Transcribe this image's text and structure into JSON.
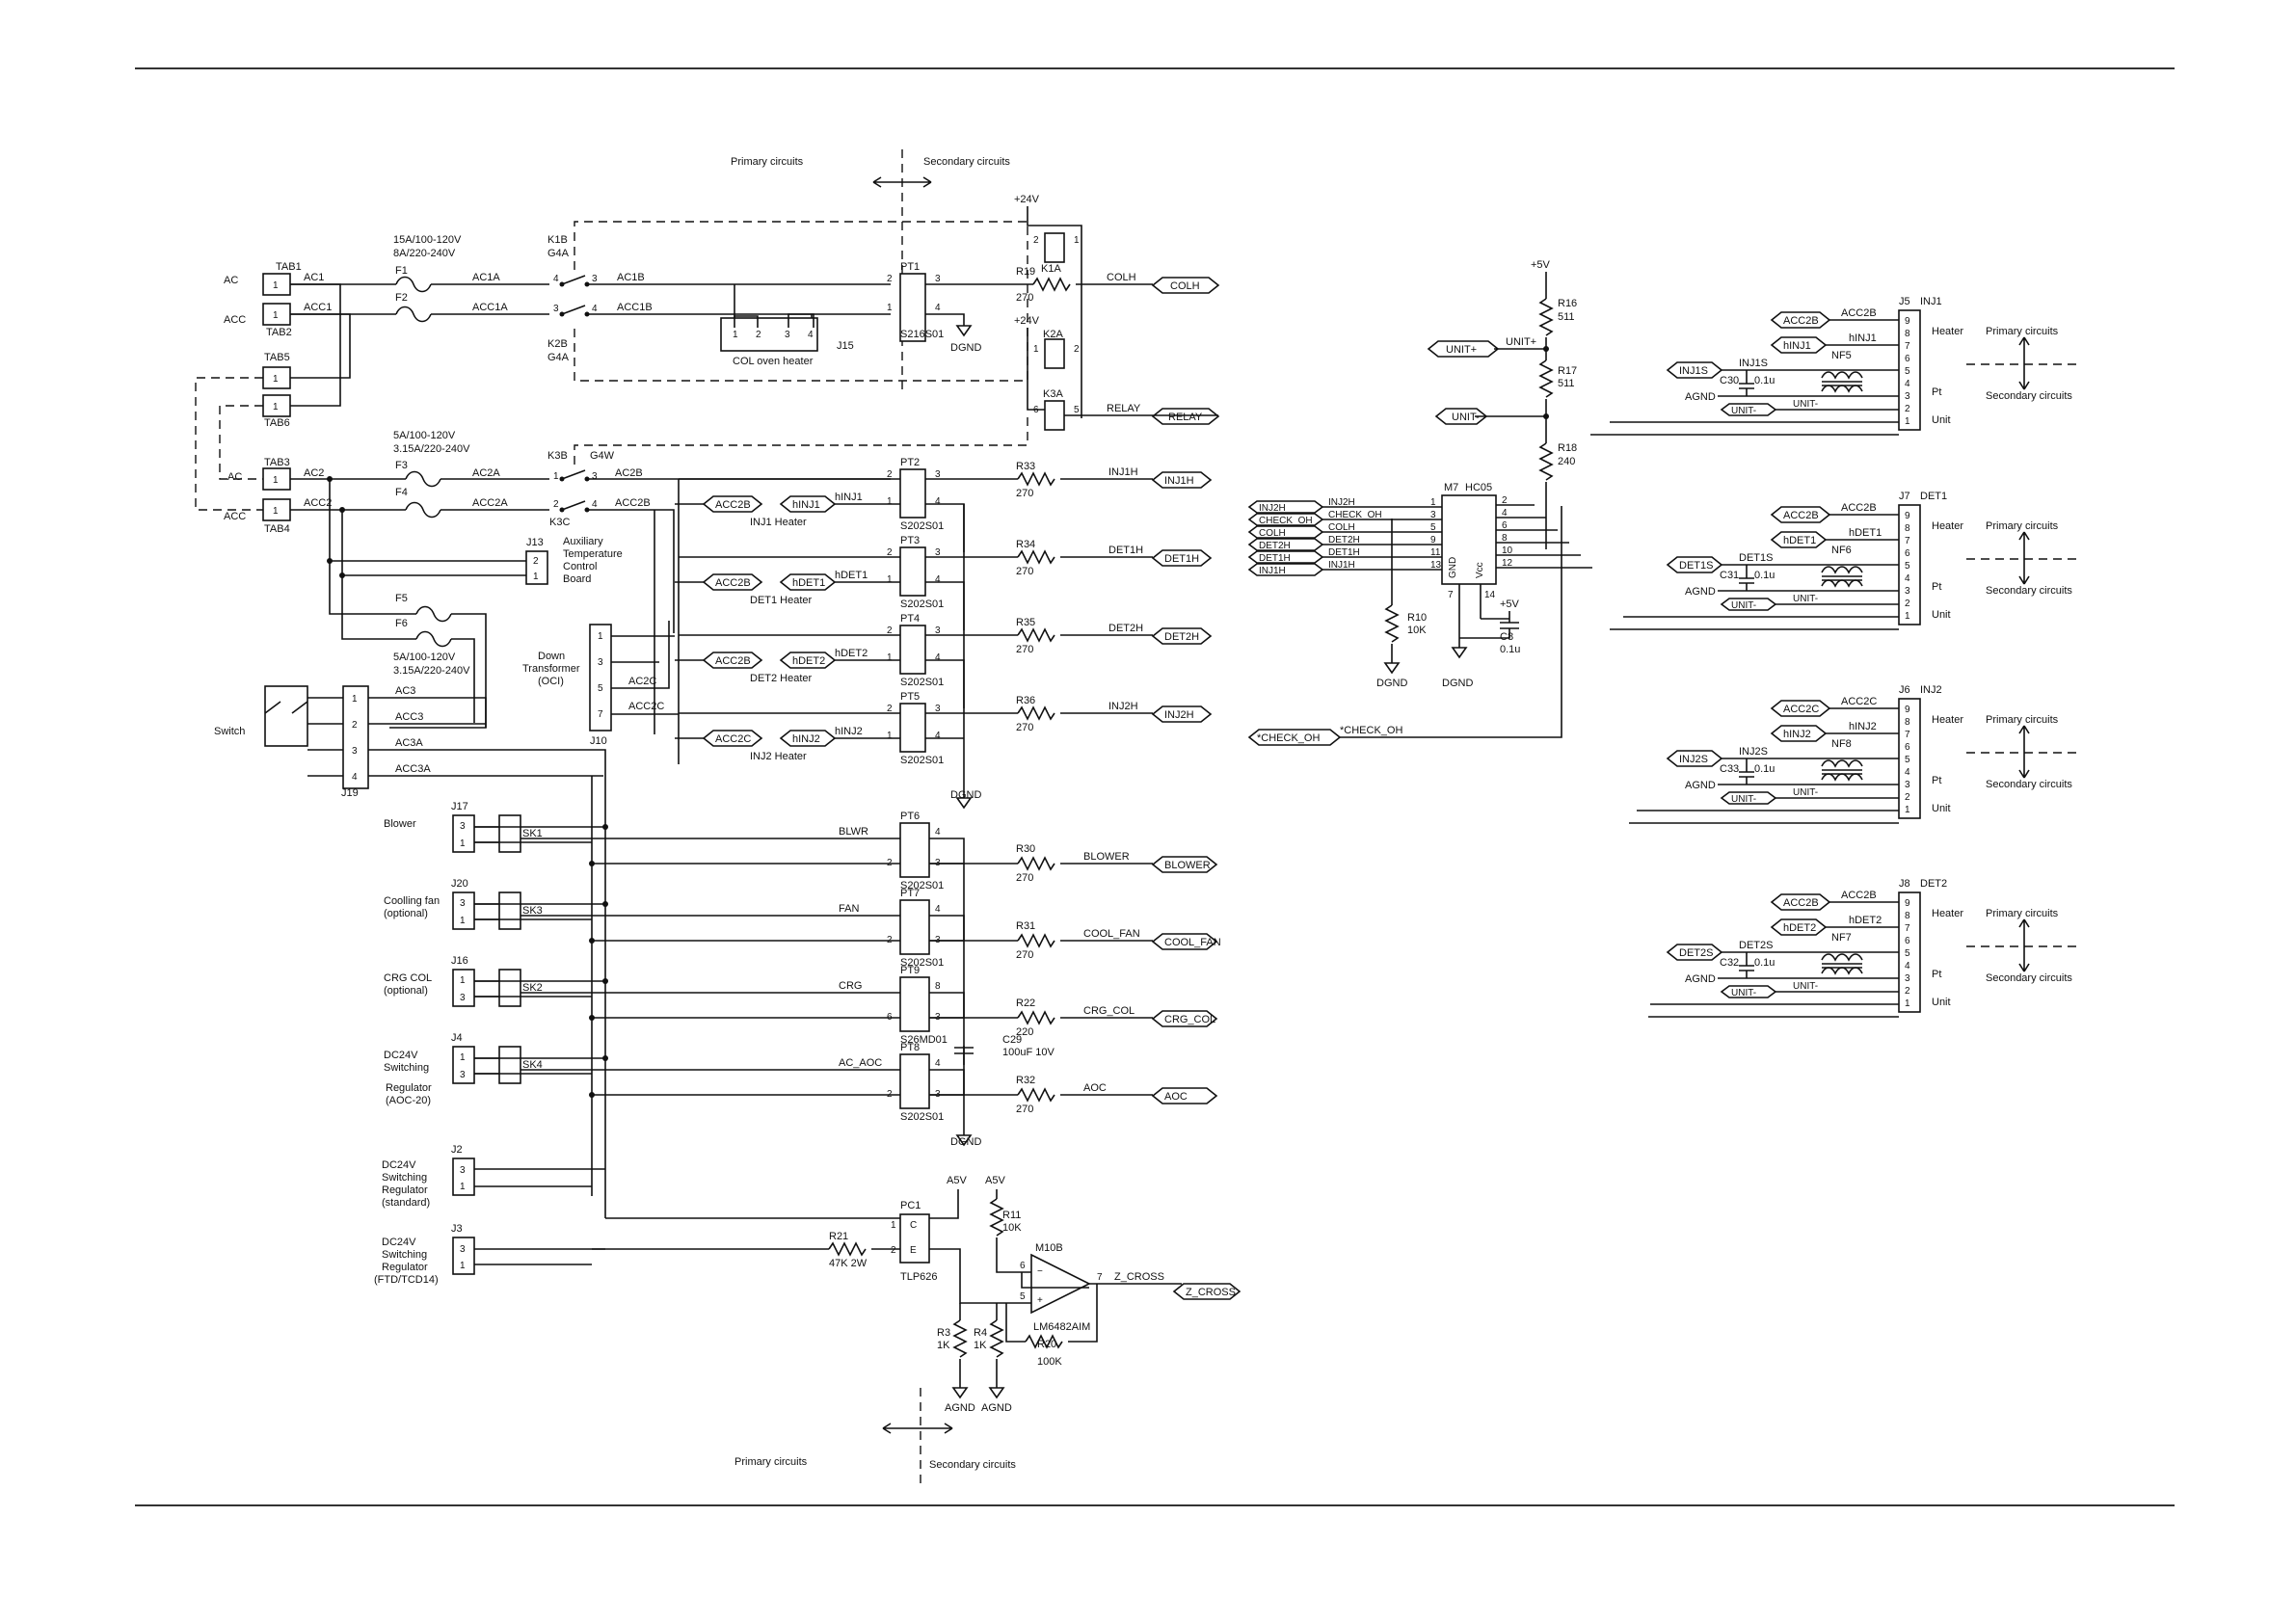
{
  "page": {
    "rule_color": "#333333",
    "line_color": "#111111"
  },
  "boundary": {
    "primary": "Primary circuits",
    "secondary": "Secondary circuits"
  },
  "mains": {
    "ac": "AC",
    "acc": "ACC",
    "tab1": "TAB1",
    "tab2": "TAB2",
    "tab5": "TAB5",
    "tab6": "TAB6",
    "tab3": "TAB3",
    "tab4": "TAB4",
    "ac1": "AC1",
    "acc1": "ACC1",
    "ac2": "AC2",
    "acc2": "ACC2",
    "f1": "F1",
    "f2": "F2",
    "f3": "F3",
    "f4": "F4",
    "f5": "F5",
    "f6": "F6",
    "fuse_12_rating_1": "15A/100-120V",
    "fuse_12_rating_2": "8A/220-240V",
    "fuse_34_rating_1": "5A/100-120V",
    "fuse_34_rating_2": "3.15A/220-240V",
    "fuse_56_rating_1": "5A/100-120V",
    "fuse_56_rating_2": "3.15A/220-240V"
  },
  "relays": {
    "k1b": "K1B",
    "g4a_1": "G4A",
    "k2b": "K2B",
    "g4a_2": "G4A",
    "k3b": "K3B",
    "g4w": "G4W",
    "k3c": "K3C",
    "k1a": "K1A",
    "k2a": "K2A",
    "k3a": "K3A",
    "ac1a": "AC1A",
    "acc1a": "ACC1A",
    "ac1b": "AC1B",
    "acc1b": "ACC1B",
    "ac2a": "AC2A",
    "acc2a": "ACC2A",
    "ac2b": "AC2B",
    "acc2b": "ACC2B",
    "plus24v_1": "+24V",
    "plus24v_2": "+24V",
    "relay": "RELAY",
    "relay_tag": "RELAY"
  },
  "col_heater": {
    "pt1": "PT1",
    "pt1_part": "S216S01",
    "j15": "J15",
    "heater_label": "COL oven heater",
    "r19": "R19",
    "r19_val": "270",
    "colh": "COLH",
    "colh_tag": "COLH",
    "dgnd": "DGND"
  },
  "heaters": [
    {
      "pt": "PT2",
      "part": "S202S01",
      "name": "INJ1 Heater",
      "acc": "ACC2B",
      "h": "hINJ1",
      "r": "R33",
      "rv": "270",
      "sig": "INJ1H",
      "tag": "INJ1H"
    },
    {
      "pt": "PT3",
      "part": "S202S01",
      "name": "DET1 Heater",
      "acc": "ACC2B",
      "h": "hDET1",
      "r": "R34",
      "rv": "270",
      "sig": "DET1H",
      "tag": "DET1H"
    },
    {
      "pt": "PT4",
      "part": "S202S01",
      "name": "DET2 Heater",
      "acc": "ACC2B",
      "h": "hDET2",
      "r": "R35",
      "rv": "270",
      "sig": "DET2H",
      "tag": "DET2H"
    },
    {
      "pt": "PT5",
      "part": "S202S01",
      "name": "INJ2 Heater",
      "acc": "ACC2C",
      "h": "hINJ2",
      "r": "R36",
      "rv": "270",
      "sig": "INJ2H",
      "tag": "INJ2H"
    }
  ],
  "aux": {
    "j13": "J13",
    "j13_label_1": "Auxiliary",
    "j13_label_2": "Temperature",
    "j13_label_3": "Control",
    "j13_label_4": "Board",
    "j10": "J10",
    "down_1": "Down",
    "down_2": "Transformer",
    "down_3": "(OCI)",
    "ac2c": "AC2C",
    "acc2c": "ACC2C",
    "dgnd": "DGND",
    "switch": "Switch",
    "j19": "J19",
    "ac3": "AC3",
    "acc3": "ACC3",
    "ac3a": "AC3A",
    "acc3a": "ACC3A"
  },
  "loads": [
    {
      "j": "J17",
      "sk": "SK1",
      "n1": "Blower",
      "n2": "",
      "pt": "PT6",
      "part": "S202S01",
      "net": "BLWR",
      "r": "R30",
      "rv": "270",
      "sig": "BLOWER",
      "tag": "BLOWER",
      "pa": "4",
      "pb": "2",
      "pc": "3",
      "pd": "1"
    },
    {
      "j": "J20",
      "sk": "SK3",
      "n1": "Coolling fan",
      "n2": "(optional)",
      "pt": "PT7",
      "part": "S202S01",
      "net": "FAN",
      "r": "R31",
      "rv": "270",
      "sig": "COOL_FAN",
      "tag": "COOL_FAN",
      "pa": "4",
      "pb": "2",
      "pc": "3",
      "pd": "1"
    },
    {
      "j": "J16",
      "sk": "SK2",
      "n1": "CRG COL",
      "n2": "(optional)",
      "pt": "PT9",
      "part": "S26MD01",
      "net": "CRG",
      "r": "R22",
      "rv": "220",
      "sig": "CRG_COL",
      "tag": "CRG_COL",
      "pa": "8",
      "pb": "6",
      "pc": "1",
      "pd": "3"
    },
    {
      "j": "J4",
      "sk": "SK4",
      "n1": "DC24V",
      "n2": "Switching",
      "pt": "PT8",
      "part": "S202S01",
      "net": "AC_AOC",
      "r": "R32",
      "rv": "270",
      "sig": "AOC",
      "tag": "AOC",
      "pa": "4",
      "pb": "2",
      "pc": "1",
      "pd": "3"
    }
  ],
  "j4_extra": {
    "n3": "Regulator",
    "n4": "(AOC-20)"
  },
  "c29": {
    "ref": "C29",
    "val": "100uF 10V"
  },
  "regulators": {
    "j2": "J2",
    "j2_1": "DC24V",
    "j2_2": "Switching",
    "j2_3": "Regulator",
    "j2_4": "(standard)",
    "j3": "J3",
    "j3_1": "DC24V",
    "j3_2": "Switching",
    "j3_3": "Regulator",
    "j3_4": "(FTD/TCD14)"
  },
  "zcross": {
    "pc1": "PC1",
    "tlp": "TLP626",
    "r21": "R21",
    "r21_val": "47K 2W",
    "a5v_1": "A5V",
    "a5v_2": "A5V",
    "r11": "R11",
    "r11_val": "10K",
    "m10b": "M10B",
    "opamp": "LM6482AIM",
    "r3": "R3",
    "r3_val": "1K",
    "r4": "R4",
    "r4_val": "1K",
    "r20": "R20",
    "r20_val": "100K",
    "agnd_1": "AGND",
    "agnd_2": "AGND",
    "net": "Z_CROSS",
    "tag": "Z_CROSS"
  },
  "logic": {
    "plus5v": "+5V",
    "r16": "R16",
    "r16_val": "511",
    "r17": "R17",
    "r17_val": "511",
    "r18": "R18",
    "r18_val": "240",
    "unit_plus": "UNIT+",
    "unit_plus_net": "UNIT+",
    "unit_minus": "UNIT-",
    "m7": "M7",
    "hc05": "HC05",
    "gnd": "GND",
    "vcc": "Vcc",
    "r10": "R10",
    "r10_val": "10K",
    "c8": "C8",
    "c8_val": "0.1u",
    "plus5v_2": "+5V",
    "dgnd_1": "DGND",
    "dgnd_2": "DGND",
    "check_oh": "*CHECK_OH",
    "check_oh_tag": "*CHECK_OH",
    "inputs": [
      {
        "tag": "INJ2H",
        "net": "INJ2H",
        "pin": "1"
      },
      {
        "tag": "CHECK_OH",
        "net": "CHECK_OH",
        "pin": "3"
      },
      {
        "tag": "COLH",
        "net": "COLH",
        "pin": "5"
      },
      {
        "tag": "DET2H",
        "net": "DET2H",
        "pin": "9"
      },
      {
        "tag": "DET1H",
        "net": "DET1H",
        "pin": "11"
      },
      {
        "tag": "INJ1H",
        "net": "INJ1H",
        "pin": "13"
      }
    ],
    "outputs": [
      "2",
      "4",
      "6",
      "8",
      "10",
      "12"
    ],
    "pin7": "7",
    "pin14": "14"
  },
  "sensors": [
    {
      "j": "J5",
      "name": "INJ1",
      "acc_tag": "ACC2B",
      "acc_net": "ACC2B",
      "h_tag": "hINJ1",
      "h_net": "hINJ1",
      "s_tag": "INJ1S",
      "s_net": "INJ1S",
      "c": "C30",
      "cv": "0.1u",
      "nf": "NF5"
    },
    {
      "j": "J7",
      "name": "DET1",
      "acc_tag": "ACC2B",
      "acc_net": "ACC2B",
      "h_tag": "hDET1",
      "h_net": "hDET1",
      "s_tag": "DET1S",
      "s_net": "DET1S",
      "c": "C31",
      "cv": "0.1u",
      "nf": "NF6"
    },
    {
      "j": "J6",
      "name": "INJ2",
      "acc_tag": "ACC2C",
      "acc_net": "ACC2C",
      "h_tag": "hINJ2",
      "h_net": "hINJ2",
      "s_tag": "INJ2S",
      "s_net": "INJ2S",
      "c": "C33",
      "cv": "0.1u",
      "nf": "NF8"
    },
    {
      "j": "J8",
      "name": "DET2",
      "acc_tag": "ACC2B",
      "acc_net": "ACC2B",
      "h_tag": "hDET2",
      "h_net": "hDET2",
      "s_tag": "DET2S",
      "s_net": "DET2S",
      "c": "C32",
      "cv": "0.1u",
      "nf": "NF7"
    }
  ],
  "sensor_common": {
    "heater": "Heater",
    "pt": "Pt",
    "unit": "Unit",
    "primary": "Primary circuits",
    "secondary": "Secondary circuits",
    "agnd": "AGND",
    "unit_minus": "UNIT-",
    "pins": [
      "9",
      "8",
      "7",
      "6",
      "5",
      "4",
      "3",
      "2",
      "1"
    ]
  }
}
